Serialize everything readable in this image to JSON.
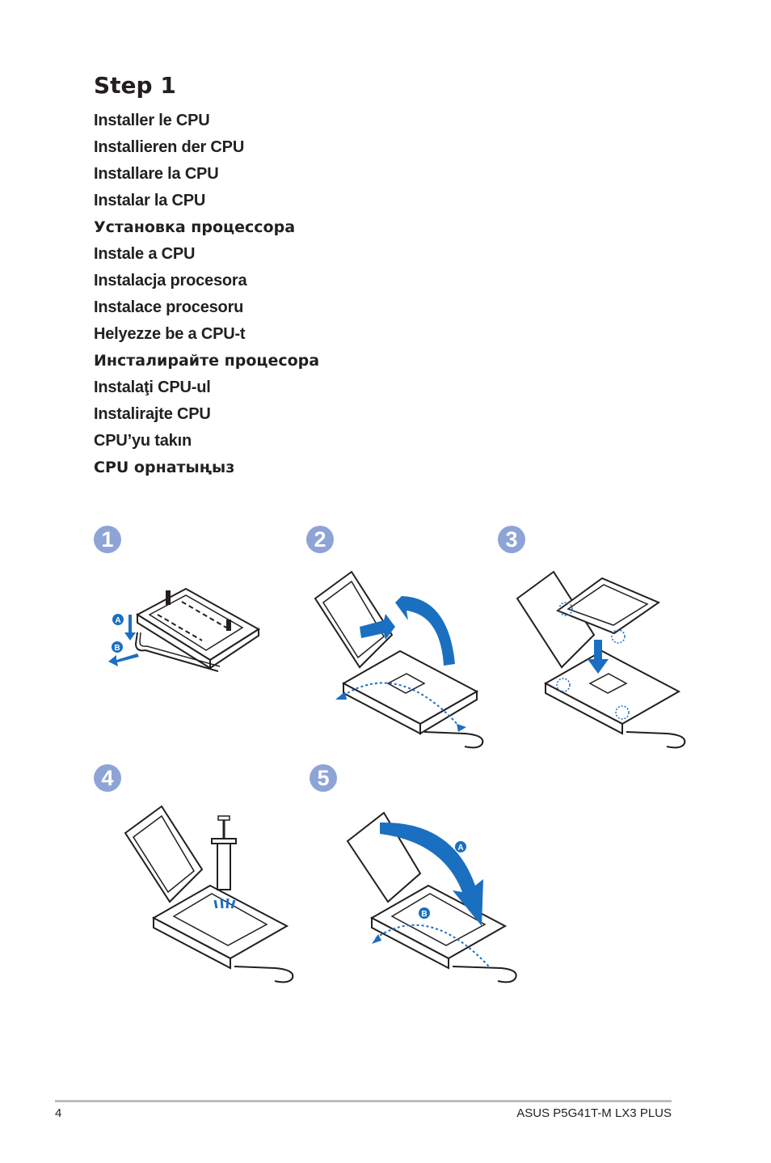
{
  "heading": "Step 1",
  "languages": [
    "Installer le CPU",
    "Installieren der CPU",
    "Installare la CPU",
    "Instalar la CPU",
    "Установка процессора",
    "Instale a CPU",
    "Instalacja procesora",
    "Instalace procesoru",
    "Helyezze be a CPU-t",
    "Инсталирайте процесора",
    "Instalaţi CPU-ul",
    "Instalirajte CPU",
    "CPU’yu takın",
    "CPU орнатыңыз"
  ],
  "steps": [
    {
      "number": "1",
      "markers": [
        "A",
        "B"
      ]
    },
    {
      "number": "2"
    },
    {
      "number": "3"
    },
    {
      "number": "4"
    },
    {
      "number": "5",
      "markers": [
        "A",
        "B"
      ]
    }
  ],
  "footer": {
    "page_number": "4",
    "document": "ASUS P5G41T-M LX3 PLUS"
  },
  "colors": {
    "accent": "#1b6fc0",
    "badge": "#8ea4d6",
    "line": "#231f20"
  },
  "icons": [
    "cpu-socket-illustration",
    "thermal-paste-syringe-icon",
    "blue-arrow-icon"
  ]
}
